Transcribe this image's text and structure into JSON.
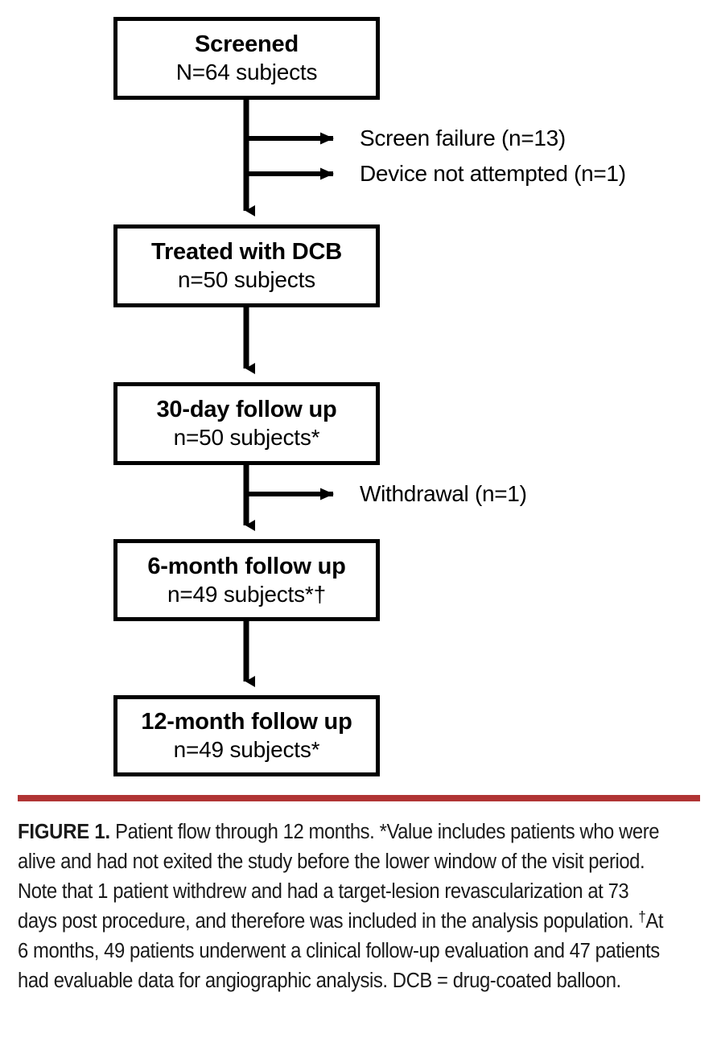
{
  "figure": {
    "type": "flowchart",
    "orientation": "vertical",
    "nodes": [
      {
        "id": "screened",
        "title": "Screened",
        "subtitle": "N=64 subjects"
      },
      {
        "id": "treated",
        "title": "Treated with DCB",
        "subtitle": "n=50 subjects"
      },
      {
        "id": "followup-30d",
        "title": "30-day follow up",
        "subtitle": "n=50 subjects*"
      },
      {
        "id": "followup-6mo",
        "title": "6-month follow up",
        "subtitle": "n=49 subjects*†"
      },
      {
        "id": "followup-12mo",
        "title": "12-month follow up",
        "subtitle": "n=49 subjects*"
      }
    ],
    "branches": [
      {
        "id": "screen-failure",
        "label": "Screen failure (n=13)",
        "from": "screened"
      },
      {
        "id": "device-not-attempted",
        "label": "Device not attempted (n=1)",
        "from": "screened"
      },
      {
        "id": "withdrawal",
        "label": "Withdrawal (n=1)",
        "from": "followup-30d"
      }
    ],
    "colors": {
      "stroke": "#000000",
      "box_fill": "#ffffff",
      "divider_rule": "#b03434",
      "caption_text": "#1a1a1a",
      "background": "#ffffff"
    }
  },
  "caption": {
    "label": "FIGURE 1.",
    "text_part_1": " Patient flow through 12 months. *Value includes patients who were alive and had not exited the study before the lower window of the visit period. Note that 1 patient withdrew and had a target-lesion revascularization at 73 days post procedure, and therefore was included in the analysis population. ",
    "dagger": "†",
    "text_part_2": "At 6 months, 49 patients underwent a clinical follow-up evaluation and 47 patients had evaluable data for angiographic analysis. DCB = drug-coated balloon."
  }
}
